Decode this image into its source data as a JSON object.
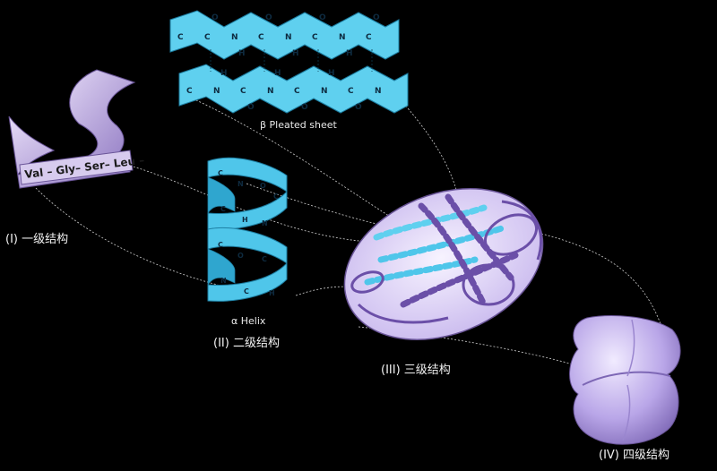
{
  "primary": {
    "sequence": "Val – Gly– Ser– Leu –",
    "label": "(I) 一级结构"
  },
  "secondary": {
    "helix_caption": "α Helix",
    "sheet_caption": "β Pleated sheet",
    "label": "(II) 二级结构"
  },
  "tertiary": {
    "label": "(III) 三级结构"
  },
  "quaternary": {
    "label": "(IV) 四级结构"
  },
  "atoms": {
    "c": "C",
    "n": "N",
    "o": "O",
    "h": "H"
  },
  "colors": {
    "background": "#000000",
    "sheet": "#5fd0ef",
    "helix": "#4fc6ea",
    "ribbon": "#b6a2dc",
    "subunit": "#b9a6e8",
    "leader": "#cfcfcf"
  }
}
